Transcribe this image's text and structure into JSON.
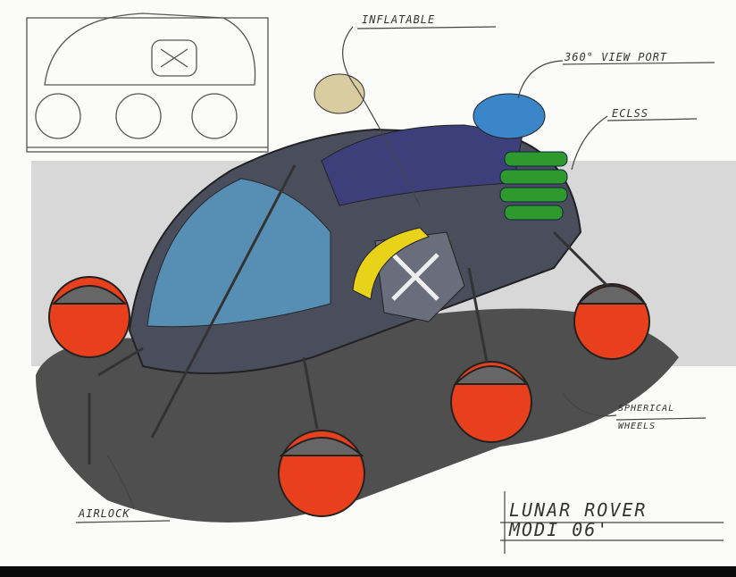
{
  "labels": {
    "inflatable": "INFLATABLE",
    "viewport": "360° VIEW PORT",
    "eclss": "ECLSS",
    "spherical_wheels_1": "SPHERICAL",
    "spherical_wheels_2": "WHEELS",
    "airlock": "AIRLOCK"
  },
  "title": {
    "line1": "LUNAR ROVER",
    "line2": "MODI 06'"
  },
  "colors": {
    "hull": "#4a4e5c",
    "canopy": "#5a9bc4",
    "solar": "#3d3f7a",
    "wheel": "#e8401c",
    "ecls": "#2e9a2e",
    "hatch": "#e8d21a",
    "dome": "#3a86c8",
    "shadow": "#555"
  }
}
